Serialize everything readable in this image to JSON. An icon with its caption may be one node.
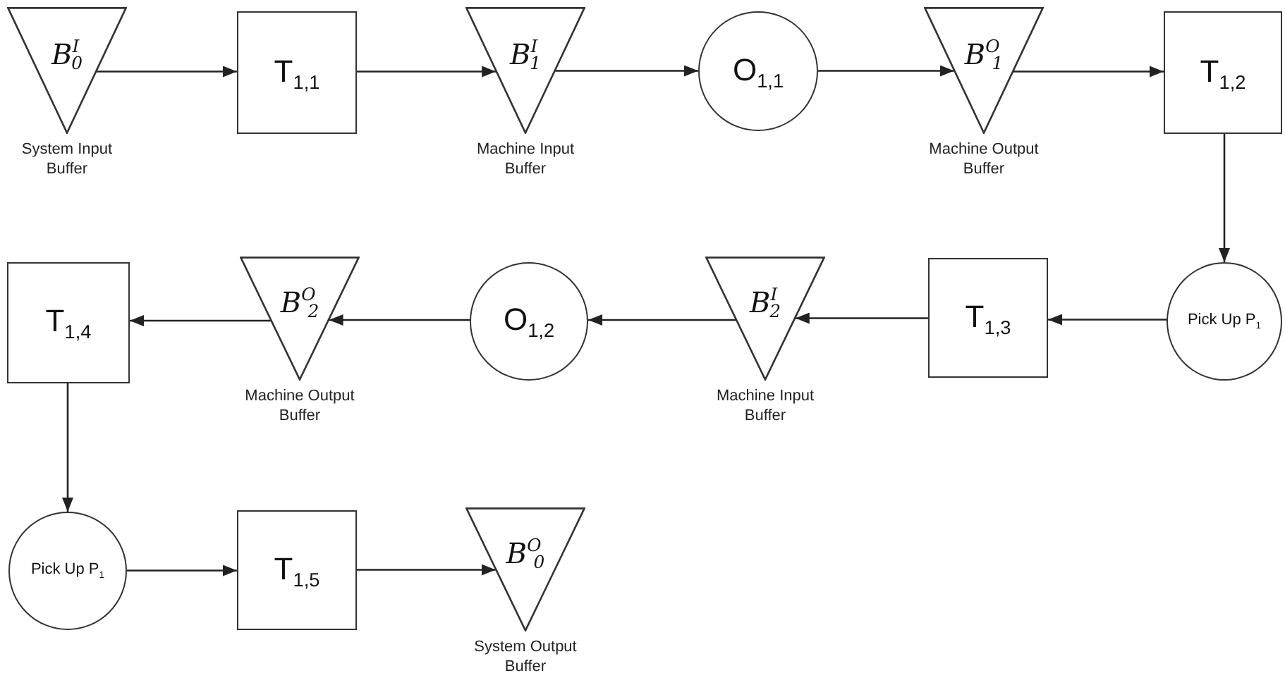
{
  "diagram": {
    "nodes": [
      {
        "text": [
          "B$^{I}$$_{0}$"
        ],
        "beside": [
          "System Input Buffer"
        ]
      },
      {
        "text": [
          "T$_{1,1}$"
        ]
      },
      {
        "text": [
          "B$^{I}$$_{1}$"
        ],
        "beside": [
          "Machine Input Buffer"
        ]
      },
      {
        "text": [
          "O$_{1,1}$"
        ]
      },
      {
        "text": [
          "B$^{O}$$_{1}$"
        ],
        "beside": [
          "Machine Output Buffer"
        ]
      },
      {
        "text": [
          "T$_{1,2}$"
        ]
      },
      {
        "text": [
          "Pick Up P$_{1}$"
        ]
      },
      {
        "text": [
          "T$_{1,3}$"
        ]
      },
      {
        "text": [
          "B$^{I}$$_{2}$"
        ],
        "beside": [
          "Machine Input Buffer"
        ]
      },
      {
        "text": [
          "O$_{1,2}$"
        ]
      },
      {
        "text": [
          "B$^{O}$$_{2}$"
        ],
        "beside": [
          "Machine Output Buffer"
        ]
      },
      {
        "text": [
          "T$_{1,4}$"
        ]
      },
      {
        "text": [
          "Pick Up P$_{1}$"
        ]
      },
      {
        "text": [
          "T$_{1,5}$"
        ]
      },
      {
        "text": [
          "B$^{O}$$_{0}$"
        ],
        "beside": [
          "System Output Buffer"
        ]
      }
    ],
    "edges": [
      {
        "from": 0,
        "to": 1,
        "arrow": "to"
      },
      {
        "from": 1,
        "to": 2,
        "arrow": "to"
      },
      {
        "from": 2,
        "to": 3,
        "arrow": "to"
      },
      {
        "from": 3,
        "to": 4,
        "arrow": "to"
      },
      {
        "from": 4,
        "to": 5,
        "arrow": "to"
      },
      {
        "from": 5,
        "to": 6,
        "arrow": "to"
      },
      {
        "from": 6,
        "to": 7,
        "arrow": "to"
      },
      {
        "from": 7,
        "to": 8,
        "arrow": "to"
      },
      {
        "from": 8,
        "to": 9,
        "arrow": "to"
      },
      {
        "from": 9,
        "to": 10,
        "arrow": "to"
      },
      {
        "from": 10,
        "to": 11,
        "arrow": "to"
      },
      {
        "from": 11,
        "to": 12,
        "arrow": "to"
      },
      {
        "from": 12,
        "to": 13,
        "arrow": "to"
      },
      {
        "from": 13,
        "to": 14,
        "arrow": "to"
      }
    ]
  }
}
